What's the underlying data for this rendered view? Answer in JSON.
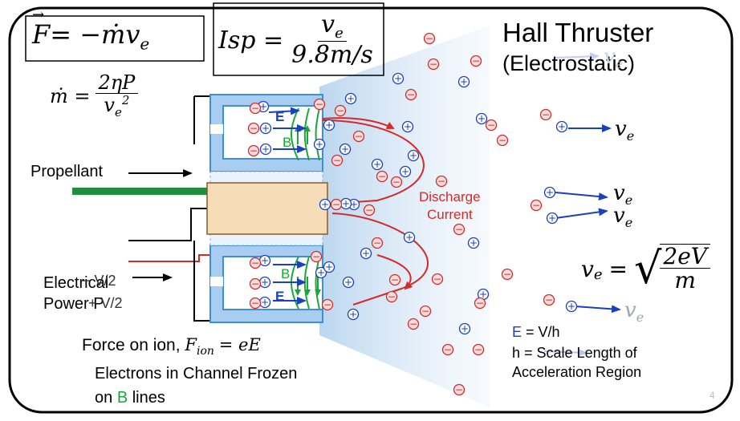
{
  "title": "Hall Thruster",
  "subtitle": "(Electrostatic)",
  "equations": {
    "thrust": {
      "lhs": "F",
      "rhs": "= −ṁv",
      "sub": "e"
    },
    "isp": {
      "lhs": "Isp =",
      "num": "v",
      "num_sub": "e",
      "den": "9.8m/s"
    },
    "mdot": {
      "lhs": "ṁ =",
      "num": "2ηP",
      "den": "v",
      "den_sub": "e",
      "den_sup": "2"
    },
    "ve": {
      "lhs": "v",
      "lhs_sub": "e",
      "eq": "=",
      "num": "2eV",
      "den": "m"
    },
    "force": {
      "text": "Force on ion,",
      "math": "F",
      "sub": "ion",
      "rest": "= eE"
    }
  },
  "labels": {
    "propellant": "Propellant",
    "electrical_line1": "Electrical",
    "electrical_line2": "Power P",
    "voltage_minus": "− V/2",
    "voltage_plus": "+ V/2",
    "discharge_line1": "Discharge",
    "discharge_line2": "Current",
    "e_field_short": "E",
    "b_field_short": "B",
    "e_def_letter": "E",
    "e_def_rest": " = V/h",
    "h_def_line1": "h = Scale Length of",
    "h_def_line2": "Acceleration Region",
    "electrons_line1": "Electrons in Channel Frozen",
    "electrons_line2_pre": "on ",
    "electrons_line2_b": "B",
    "electrons_line2_post": " lines",
    "ve_label": "v",
    "ve_sub": "e",
    "slide_number": "4"
  },
  "symbols": {
    "ion": "+",
    "electron": "−"
  },
  "colors": {
    "frame": "#000000",
    "thruster_wall": "#3f8fd6",
    "thruster_fill": "#a9cdf0",
    "anode": "#f7dcb8",
    "anode_border": "#8a5a2a",
    "propellant_line": "#1f8f3f",
    "power_line": "#d42a2a",
    "ion": "#1a3fbf",
    "electron": "#d42a2a",
    "b_field": "#19a838",
    "e_field": "#1a3fbf",
    "plume": "#bcd8ef",
    "discharge": "#d42a2a"
  }
}
